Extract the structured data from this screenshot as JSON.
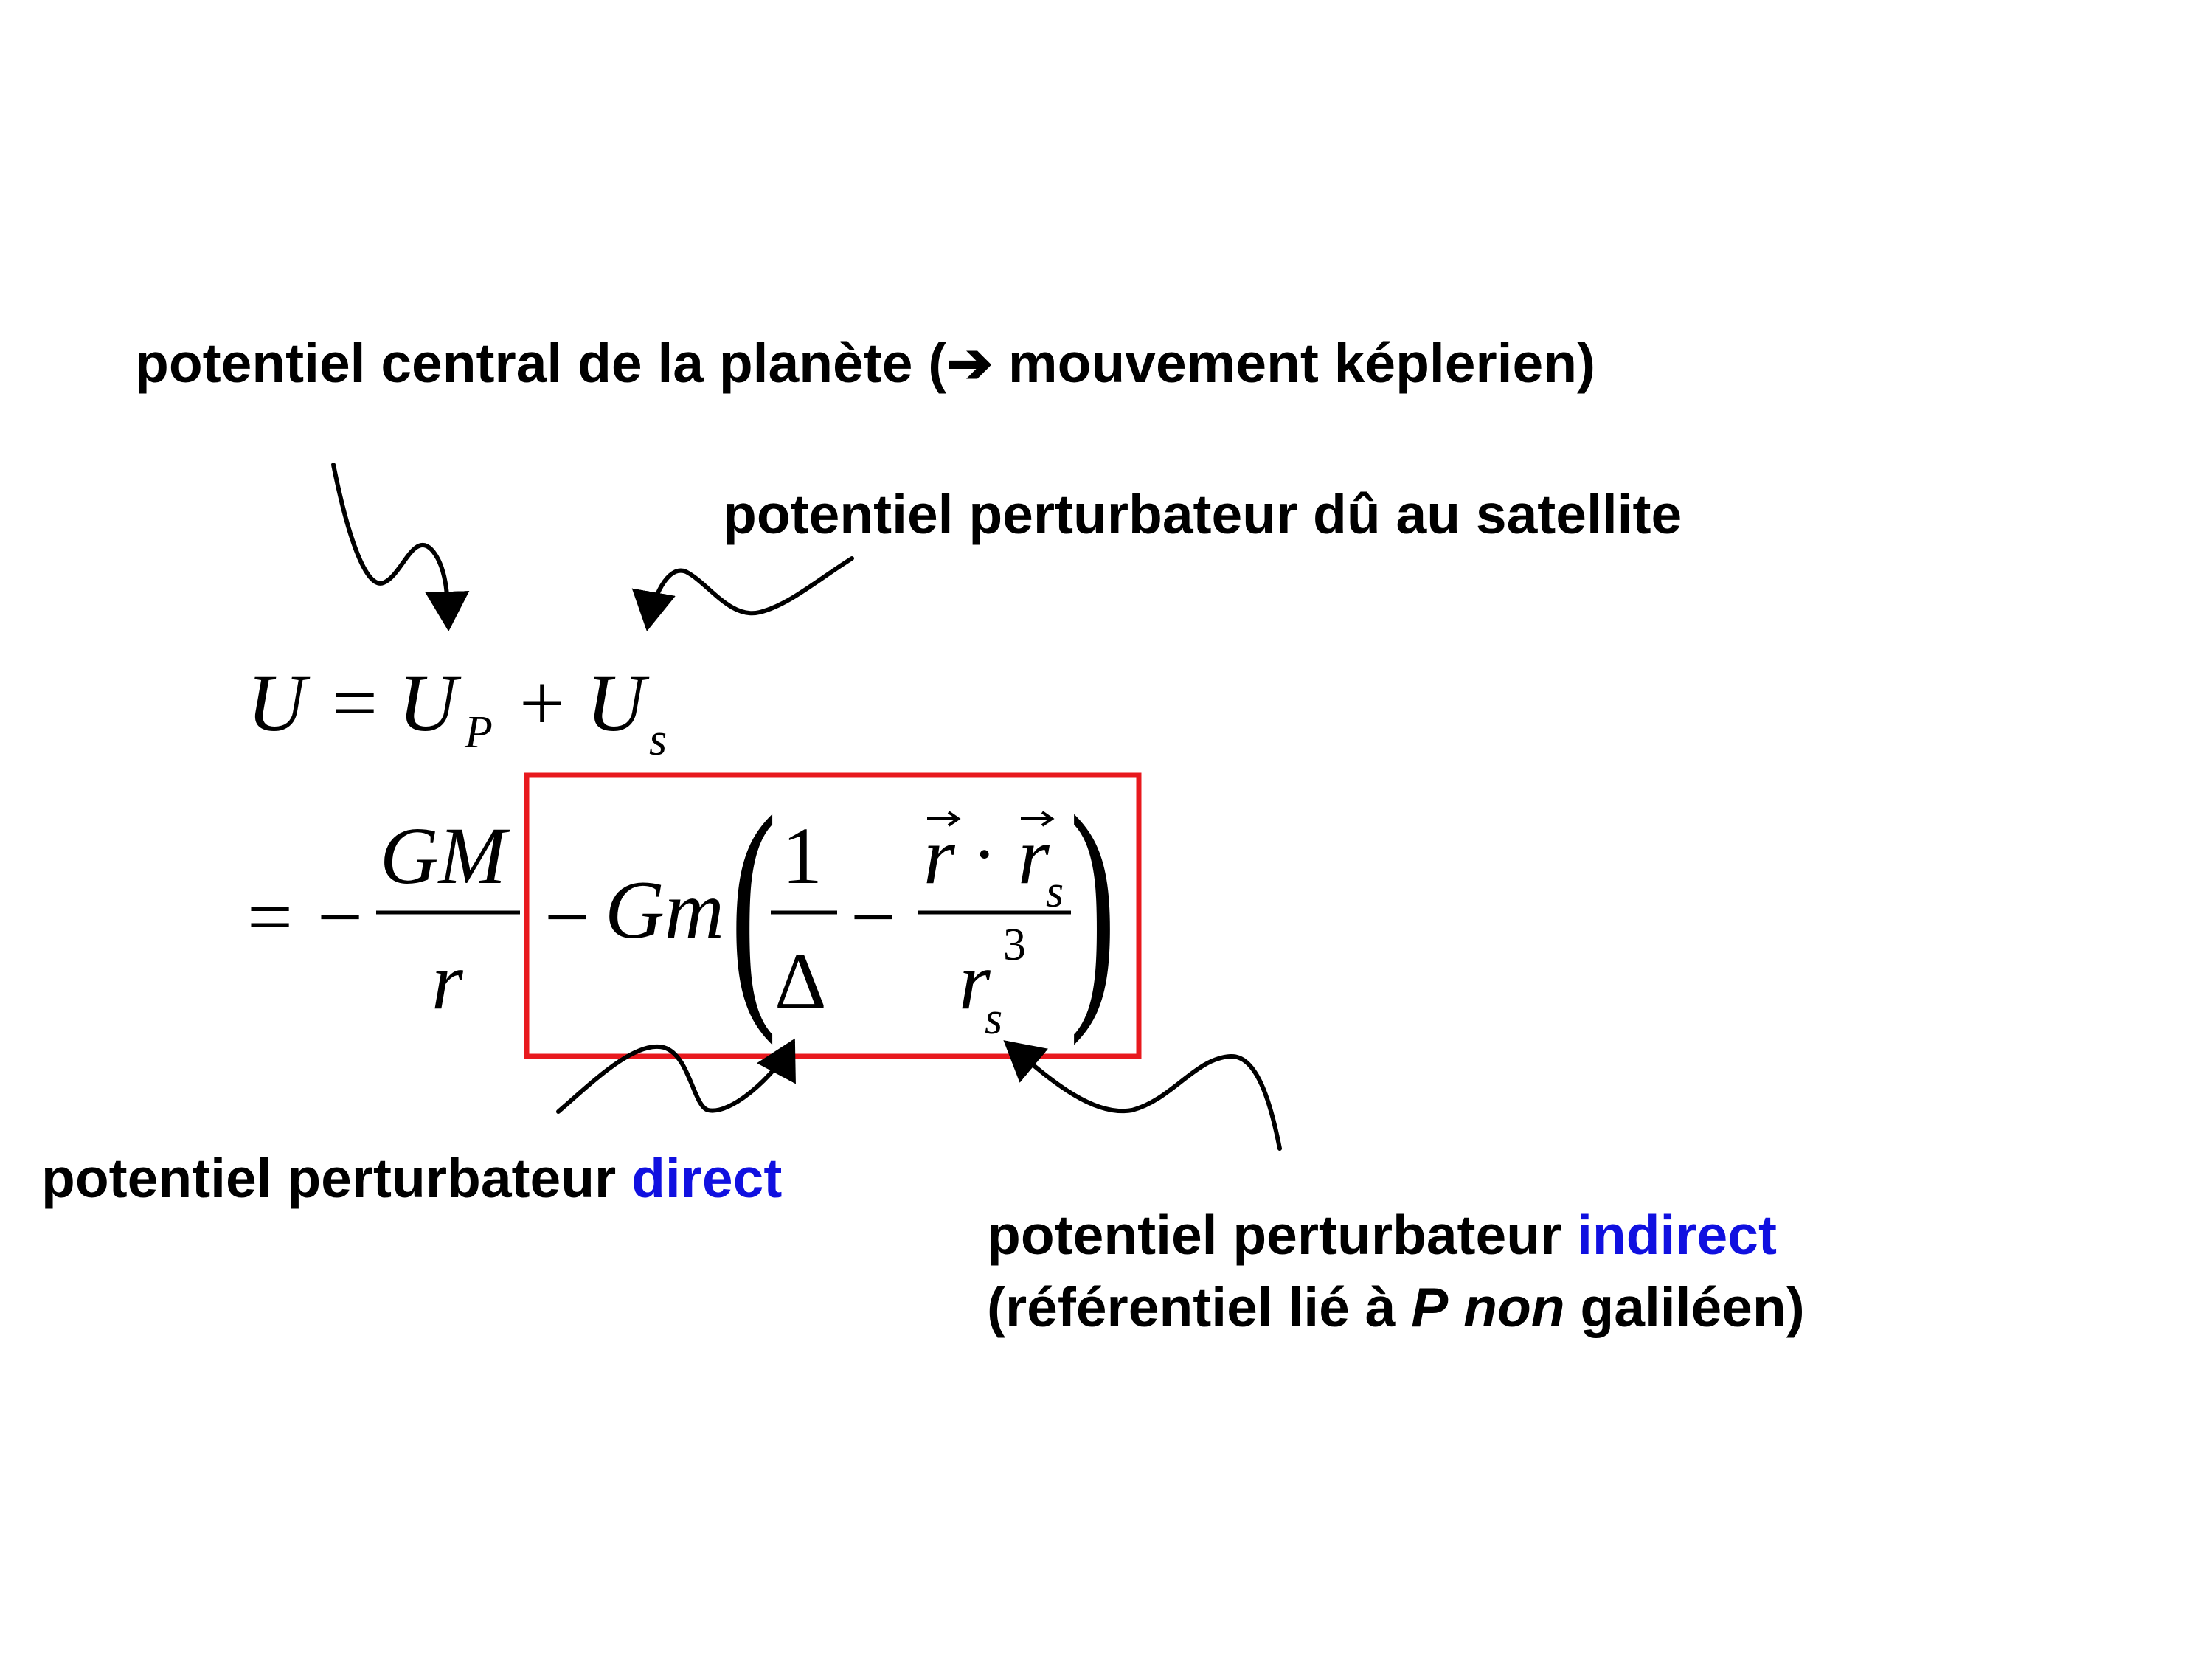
{
  "annotations": {
    "central": {
      "text_before": "potentiel central de la planète (",
      "arrow_glyph": "➔",
      "text_after": " mouvement képlerien)"
    },
    "satellite": {
      "text": "potentiel perturbateur dû au satellite"
    },
    "direct": {
      "prefix": "potentiel perturbateur ",
      "highlight": "direct"
    },
    "indirect": {
      "prefix": "potentiel perturbateur ",
      "highlight": "indirect",
      "line2_open": "(référentiel lié à ",
      "line2_P": "P",
      "line2_space": " ",
      "line2_non": "non",
      "line2_close": " galiléen)"
    }
  },
  "equation": {
    "line1": {
      "U": "U",
      "eq": "=",
      "UP": "U",
      "P_sub": "P",
      "plus": "+",
      "Us": "U",
      "s_sub": "s"
    },
    "line2": {
      "eq": "=",
      "minus1": "−",
      "GM": "GM",
      "r": "r",
      "minus2": "−",
      "Gm": "Gm",
      "lparen": "(",
      "one": "1",
      "delta": "Δ",
      "minus3": "−",
      "r_vec": "r",
      "dot": "·",
      "rs_vec": "r",
      "s_sub1": "s",
      "rs": "r",
      "s_sub2": "s",
      "exp3": "3",
      "rparen": ")"
    }
  },
  "colors": {
    "highlight_blue": "#1010e0",
    "box_red": "#e8191e",
    "text": "#000000"
  }
}
